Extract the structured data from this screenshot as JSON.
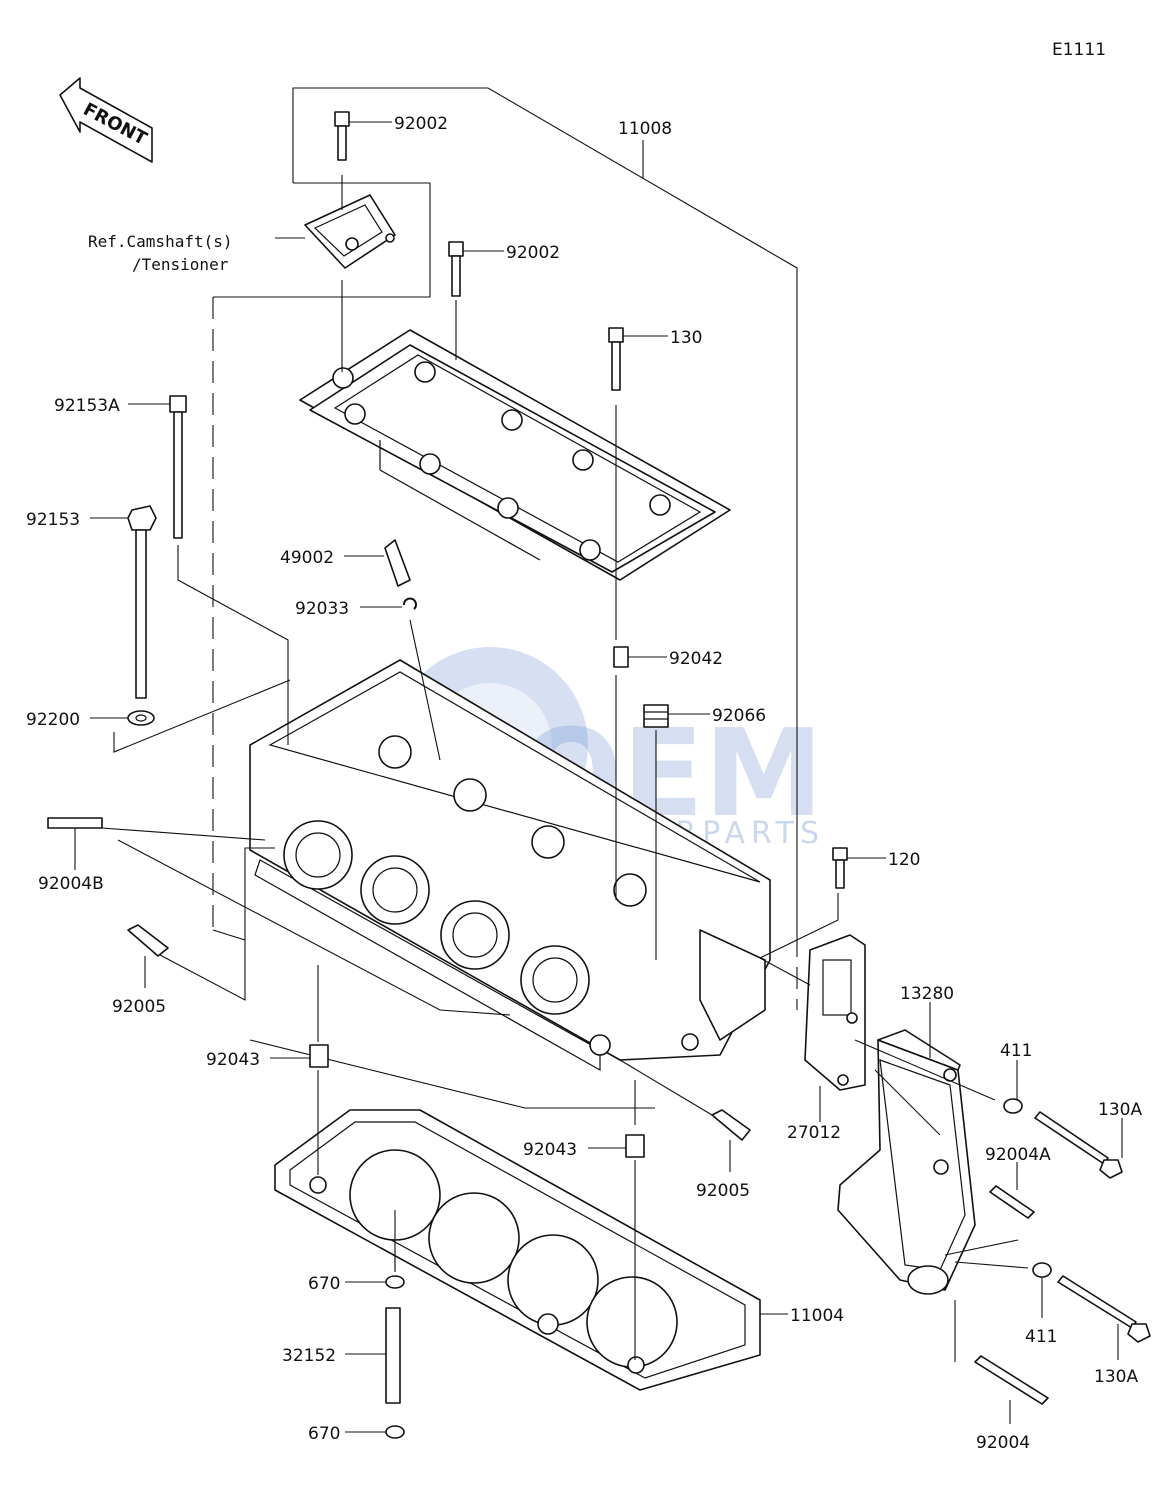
{
  "diagram_code": "E1111",
  "front_label": "FRONT",
  "ref_note": [
    "Ref.Camshaft(s)",
    "/Tensioner"
  ],
  "watermark": {
    "line1": "OEM",
    "line2": "MOTORPARTS"
  },
  "callouts": [
    {
      "id": "11008",
      "label": "11008"
    },
    {
      "id": "92002-top",
      "label": "92002"
    },
    {
      "id": "92002-mid",
      "label": "92002"
    },
    {
      "id": "130",
      "label": "130"
    },
    {
      "id": "92153A",
      "label": "92153A"
    },
    {
      "id": "92153",
      "label": "92153"
    },
    {
      "id": "49002",
      "label": "49002"
    },
    {
      "id": "92033",
      "label": "92033"
    },
    {
      "id": "92042",
      "label": "92042"
    },
    {
      "id": "92066",
      "label": "92066"
    },
    {
      "id": "92200",
      "label": "92200"
    },
    {
      "id": "92004B",
      "label": "92004B"
    },
    {
      "id": "120",
      "label": "120"
    },
    {
      "id": "92005-left",
      "label": "92005"
    },
    {
      "id": "13280",
      "label": "13280"
    },
    {
      "id": "411-top",
      "label": "411"
    },
    {
      "id": "130A-top",
      "label": "130A"
    },
    {
      "id": "92043-left",
      "label": "92043"
    },
    {
      "id": "27012",
      "label": "27012"
    },
    {
      "id": "92004A",
      "label": "92004A"
    },
    {
      "id": "92043-right",
      "label": "92043"
    },
    {
      "id": "92005-right",
      "label": "92005"
    },
    {
      "id": "670-top",
      "label": "670"
    },
    {
      "id": "11004",
      "label": "11004"
    },
    {
      "id": "411-bottom",
      "label": "411"
    },
    {
      "id": "130A-bottom",
      "label": "130A"
    },
    {
      "id": "32152",
      "label": "32152"
    },
    {
      "id": "670-bottom",
      "label": "670"
    },
    {
      "id": "92004",
      "label": "92004"
    }
  ]
}
